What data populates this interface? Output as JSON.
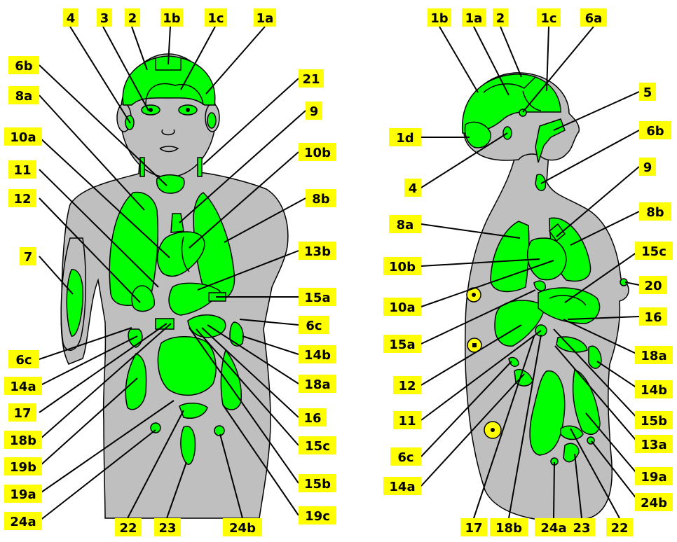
{
  "colors": {
    "background": "#ffffff",
    "body": "#bfbfbf",
    "organ": "#00ff00",
    "label_bg": "#ffff00",
    "outline": "#000000"
  },
  "labels": {
    "front": {
      "top": [
        "4",
        "3",
        "2",
        "1b",
        "1c",
        "1a"
      ],
      "left": [
        "6b",
        "8a",
        "10a",
        "11",
        "12",
        "7",
        "6c",
        "14a",
        "17",
        "18b",
        "19b",
        "19a",
        "24a"
      ],
      "right": [
        "21",
        "9",
        "10b",
        "8b",
        "13b",
        "15a",
        "6c",
        "14b",
        "18a",
        "16",
        "15c",
        "15b",
        "19c"
      ],
      "bottom": [
        "22",
        "23",
        "24b"
      ]
    },
    "side": {
      "top": [
        "1b",
        "1a",
        "2",
        "1c",
        "6a"
      ],
      "left": [
        "1d",
        "4",
        "8a",
        "10b",
        "10a",
        "15a",
        "12",
        "11",
        "6c",
        "14a"
      ],
      "right": [
        "5",
        "6b",
        "9",
        "8b",
        "15c",
        "20",
        "16",
        "18a",
        "14b",
        "15b",
        "13a",
        "19a",
        "24b"
      ],
      "bottom": [
        "17",
        "18b",
        "24a",
        "23",
        "22"
      ]
    }
  }
}
